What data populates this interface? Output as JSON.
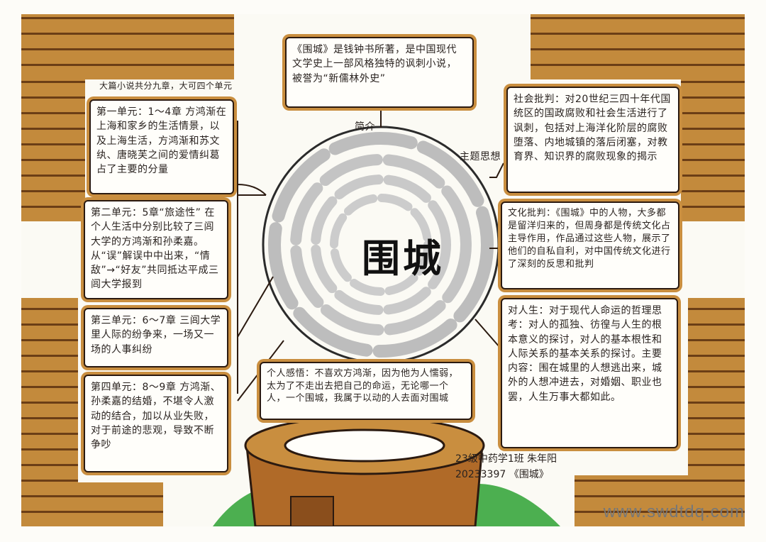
{
  "intro": {
    "label": "简介",
    "text": "《围城》是钱钟书所著，是中国现代文学史上一部风格独特的讽刺小说，被誉为“新儒林外史”"
  },
  "center_title": "围城",
  "left_header": "大篇小说共分九章，大可四个单元",
  "left_units": [
    {
      "text": "第一单元：1～4章  方鸿渐在上海和家乡的生活情景，以及上海生活，方鸿渐和苏文纨、唐晓芙之间的爱情纠葛占了主要的分量"
    },
    {
      "text": "第二单元：5章“旅途性”  在个人生活中分别比较了三闾大学的方鸿渐和孙柔嘉。从“误”解误中中出来，“情敌”→“好友”共同抵达平成三闾大学报到"
    },
    {
      "text": "第三单元：6～7章  三闾大学里人际的纷争来，一场又一场的人事纠纷"
    },
    {
      "text": "第四单元：8～9章  方鸿渐、孙柔嘉的结婚，不堪令人激动的结合，加以从业失败，对于前途的悲观，导致不断争吵"
    }
  ],
  "personal": {
    "text": "个人感悟：不喜欢方鸿渐，因为他为人懦弱，太为了不走出去把自己的命运，无论哪一个人，一个围城，我属于以动的人去面对围城"
  },
  "right_header": "主题思想",
  "right_items": [
    {
      "text": "社会批判：对20世纪三四十年代国统区的国政腐败和社会生活进行了讽刺，包括对上海洋化阶层的腐败堕落、内地城镇的落后闭塞，对教育界、知识界的腐败现象的揭示"
    },
    {
      "text": "文化批判：《围城》中的人物，大多都是留洋归来的，但周身都是传统文化占主导作用，作品通过这些人物，展示了他们的自私自利，对中国传统文化进行了深刻的反思和批判"
    },
    {
      "text": "对人生：对于现代人命运的哲理思考：对人的孤独、彷徨与人生的根本意义的探讨，对人的基本根性和人际关系的基本关系的探讨。主要内容：围在城里的人想逃出来，城外的人想冲进去，对婚姻、职业也罢，人生万事大都如此。"
    }
  ],
  "credit": {
    "line1": "23级中药学1班 朱年阳",
    "line2": "20233397 《围城》"
  },
  "watermark": "www.swdtdq.com",
  "colors": {
    "brick": "#c38a3c",
    "mortar": "#6b3e16",
    "border": "#2b1a10",
    "grass": "#4caf50"
  }
}
